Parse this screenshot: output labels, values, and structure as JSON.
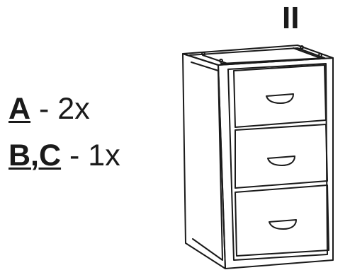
{
  "step_label": "II",
  "parts": [
    {
      "label": "A",
      "separator": "-",
      "quantity": "2x"
    },
    {
      "label": "B,C",
      "separator": "-",
      "quantity": "1x"
    }
  ],
  "colors": {
    "ink": "#1a1a1a",
    "background": "#ffffff"
  },
  "illustration": {
    "subject": "three-drawer-cabinet",
    "drawer_count": 3
  }
}
